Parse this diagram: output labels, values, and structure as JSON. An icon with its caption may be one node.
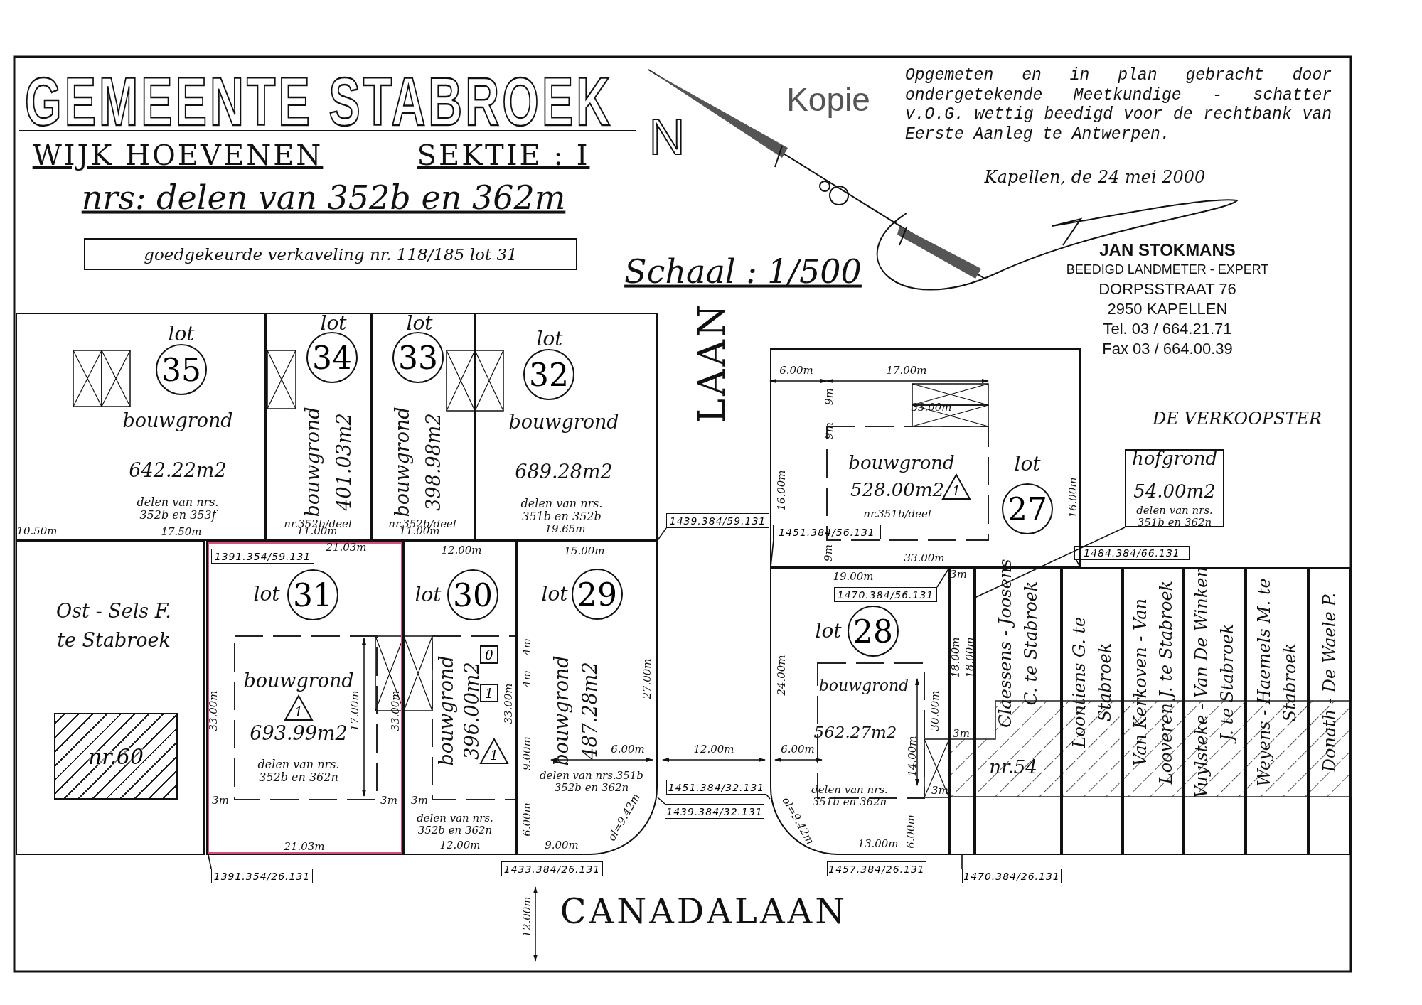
{
  "diagram": {
    "title": "GEMEENTE STABROEK",
    "nodes": [
      {
        "text": [
          "goedgekeurde verkaveling nr. 118/185 lot 31"
        ]
      },
      {
        "text": [
          "lot",
          "bouwgrond",
          "642.22m2",
          "delen van nrs. 352b en 353f"
        ]
      },
      {
        "text": [
          "35"
        ],
        "in": 1
      },
      {
        "text": [
          "lot",
          "bouwgrond",
          "401.03m2",
          "nr.352b/deel"
        ]
      },
      {
        "text": [
          "34"
        ],
        "in": 3
      },
      {
        "text": [
          "lot",
          "bouwgrond",
          "398.98m2",
          "nr.352b/deel"
        ]
      },
      {
        "text": [
          "33"
        ],
        "in": 5
      },
      {
        "text": [
          "lot",
          "bouwgrond",
          "689.28m2",
          "delen van nrs. 351b en 352b"
        ]
      },
      {
        "text": [
          "32"
        ],
        "in": 7
      },
      {
        "text": [
          "bouwgrond",
          "528.00m2",
          "nr.351b/deel",
          "lot"
        ]
      },
      {
        "text": [
          "1"
        ],
        "in": 9
      },
      {
        "text": [
          "27"
        ],
        "in": 9
      },
      {
        "text": [
          "hofgrond",
          "54.00m2",
          "delen van nrs. 351b en 362n"
        ]
      },
      {
        "text": [
          "1439.384/59.131"
        ]
      },
      {
        "text": [
          "1451.384/56.131"
        ],
        "in": 9
      },
      {
        "text": [
          "1484.384/66.131"
        ]
      },
      {
        "text": [
          "Ost - Sels F. te Stabroek"
        ]
      },
      {
        "text": [
          "nr.60"
        ],
        "in": 16
      },
      {
        "text": [
          "lot",
          "bouwgrond",
          "693.99m2",
          "delen van nrs. 352b en 362n"
        ]
      },
      {
        "text": [
          "31"
        ],
        "in": 18
      },
      {
        "text": [
          "1"
        ],
        "in": 18
      },
      {
        "text": [
          "1391.354/59.131"
        ],
        "in": 18
      },
      {
        "text": [
          "lot",
          "bouwgrond",
          "396.00m2",
          "delen van nrs. 352b en 362n"
        ]
      },
      {
        "text": [
          "30"
        ],
        "in": 22
      },
      {
        "text": [
          "0"
        ],
        "in": 22
      },
      {
        "text": [
          "1"
        ],
        "in": 22
      },
      {
        "text": [
          "1"
        ],
        "in": 22
      },
      {
        "text": [
          "lot",
          "bouwgrond",
          "487.28m2",
          "delen van nrs.351b 352b en 362n"
        ]
      },
      {
        "text": [
          "29"
        ],
        "in": 27
      },
      {
        "text": [
          "lot",
          "bouwgrond",
          "562.27m2",
          "delen van nrs. 351b en 362n"
        ]
      },
      {
        "text": [
          "28"
        ],
        "in": 29
      },
      {
        "text": [
          "1470.384/56.131"
        ],
        "in": 29
      },
      {
        "text": [],
        "shape": "box"
      },
      {
        "text": [
          "Claessens - Joosens C. te Stabroek"
        ]
      },
      {
        "text": [
          "Loontiens G. te Stabroek"
        ]
      },
      {
        "text": [
          "Van Kerkoven - Van Looveren J. te Stabroek"
        ]
      },
      {
        "text": [
          "Vuylsteke - Van De Winken J. te Stabroek"
        ]
      },
      {
        "text": [
          "Weyens - Haemels M. te Stabroek"
        ]
      },
      {
        "text": [
          "Donath - De Waele P."
        ]
      },
      {
        "text": [
          "1451.384/32.131"
        ]
      },
      {
        "text": [
          "1439.384/32.131"
        ]
      },
      {
        "text": [
          "1391.354/26.131"
        ]
      },
      {
        "text": [
          "1433.384/26.131"
        ]
      },
      {
        "text": [
          "1457.384/26.131"
        ]
      },
      {
        "text": [
          "1470.384/26.131"
        ]
      }
    ],
    "edges": [
      {
        "from": 13,
        "to": 7,
        "arrow": "none"
      },
      {
        "from": 14,
        "to": 29,
        "arrow": "none"
      },
      {
        "from": 15,
        "to": 34,
        "arrow": "none"
      },
      {
        "from": 31,
        "to": 32,
        "arrow": "none"
      },
      {
        "from": 39,
        "to": 29,
        "arrow": "none"
      },
      {
        "from": 40,
        "to": 27,
        "arrow": "none"
      },
      {
        "from": 41,
        "to": 18,
        "arrow": "none"
      },
      {
        "from": 44,
        "to": 32,
        "arrow": "none"
      },
      {
        "from": 12,
        "to": 32,
        "arrow": "none"
      }
    ],
    "labels": [
      "WIJK HOEVENEN",
      "SEKTIE : I",
      "nrs: delen van 352b en 362m",
      "N",
      "Kopie",
      "Opgemeten en in plan gebracht door ondergetekende Meetkundige - schatter v.O.G. wettig beedigd voor de rechtbank van Eerste Aanleg te Antwerpen.",
      "Kapellen, de 24 mei 2000",
      "Schaal : 1/500",
      "JAN STOKMANS",
      "BEEDIGD LANDMETER - EXPERT",
      "DORPSSTRAAT 76",
      "2950 KAPELLEN",
      "Tel. 03 / 664.21.71",
      "Fax 03 / 664.00.39",
      "LAAN",
      "DE VERKOOPSTER",
      "6.00m",
      "17.00m",
      "33.00m",
      "9m",
      "9m",
      "16.00m",
      "16.00m",
      "10.50m",
      "17.50m",
      "11.00m",
      "11.00m",
      "19.65m",
      "9m",
      "33.00m",
      "21.03m",
      "12.00m",
      "15.00m",
      "19.00m",
      "3m",
      "33.00m",
      "17.00m",
      "33.00m",
      "33.00m",
      "4m",
      "4m",
      "27.00m",
      "24.00m",
      "30.00m",
      "18.00m",
      "18.00m",
      "9.00m",
      "6.00m",
      "12.00m",
      "6.00m",
      "14.00m",
      "3m",
      "nr.54",
      "3m",
      "3m",
      "3m",
      "3m",
      "6.00m",
      "ol=9.42m",
      "ol=9.42m",
      "6.00m",
      "21.03m",
      "12.00m",
      "9.00m",
      "13.00m",
      "CANADALAAN",
      "12.00m"
    ]
  }
}
